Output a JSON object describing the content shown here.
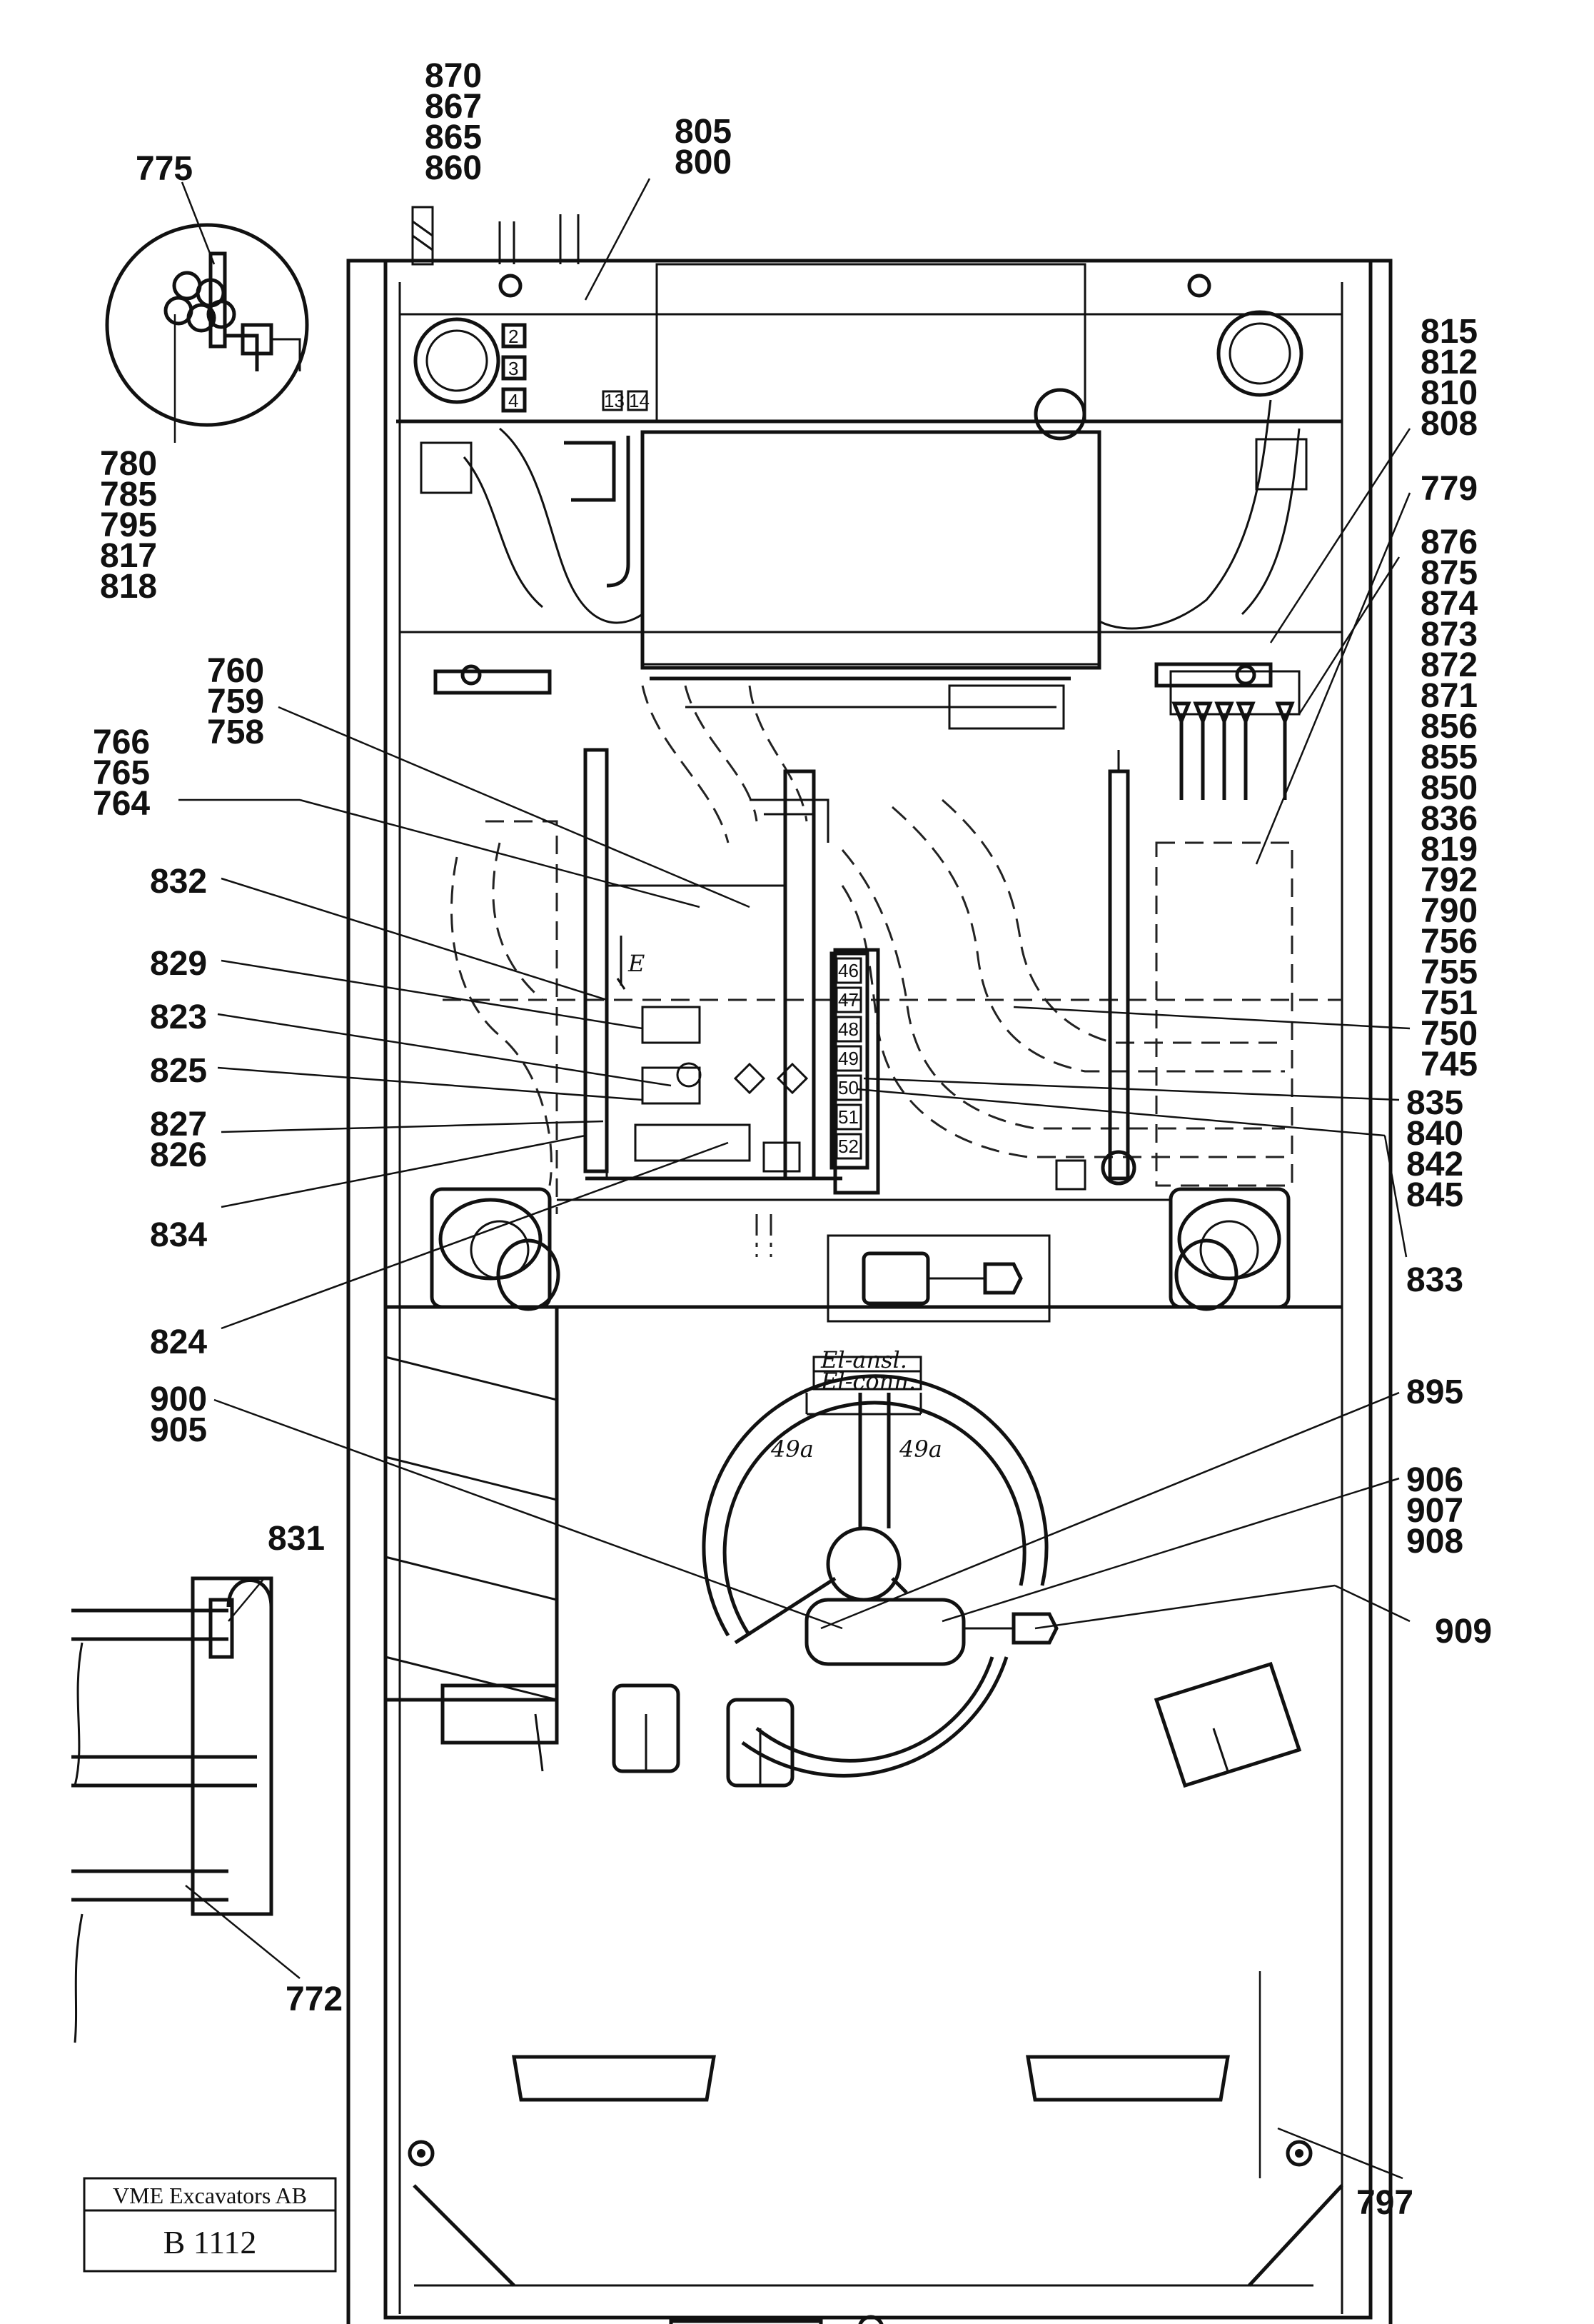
{
  "callouts": {
    "c870": "870",
    "c867": "867",
    "c865": "865",
    "c860": "860",
    "c805": "805",
    "c800": "800",
    "c775": "775",
    "c780": "780",
    "c785": "785",
    "c795": "795",
    "c817": "817",
    "c818": "818",
    "c815": "815",
    "c812": "812",
    "c810": "810",
    "c808": "808",
    "c779": "779",
    "c876": "876",
    "c875": "875",
    "c874": "874",
    "c873": "873",
    "c872": "872",
    "c871": "871",
    "c856": "856",
    "c855": "855",
    "c850": "850",
    "c836": "836",
    "c819": "819",
    "c792": "792",
    "c790": "790",
    "c756": "756",
    "c755": "755",
    "c751": "751",
    "c750": "750",
    "c745": "745",
    "c760": "760",
    "c759": "759",
    "c758": "758",
    "c766": "766",
    "c765": "765",
    "c764": "764",
    "c832": "832",
    "c829": "829",
    "c823": "823",
    "c825": "825",
    "c827": "827",
    "c826": "826",
    "c834": "834",
    "c824": "824",
    "c835": "835",
    "c840": "840",
    "c842": "842",
    "c845": "845",
    "c833": "833",
    "c895": "895",
    "c900": "900",
    "c905": "905",
    "c906": "906",
    "c907": "907",
    "c908": "908",
    "c909": "909",
    "c831": "831",
    "c772": "772",
    "c797": "797"
  },
  "annotations": {
    "el_ansl": "El-ansl.",
    "el_conn": "El-conn.",
    "left_49a": "49a",
    "right_49a": "49a",
    "arrow_e": "E"
  },
  "fuse_labels": [
    "46",
    "47",
    "48",
    "49",
    "50",
    "51",
    "52"
  ],
  "relay_labels": [
    "2",
    "3",
    "4"
  ],
  "small_boxes": [
    "13",
    "14"
  ],
  "title_block": {
    "company": "VME Excavators AB",
    "code": "B 1112"
  }
}
